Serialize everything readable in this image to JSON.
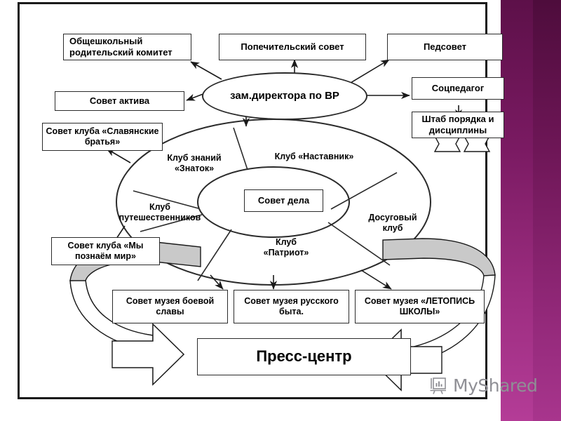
{
  "slide": {
    "background": "#ffffff",
    "frame_color": "#1a1a1a",
    "accent_band_colors": [
      "#5d1049",
      "#b43c97"
    ]
  },
  "diagram": {
    "title_node": {
      "label": "зам.директора по ВР"
    },
    "center_node": {
      "label": "Совет дела"
    },
    "top_boxes": [
      {
        "id": "parent-committee",
        "label": "Общешкольный\nродительский комитет"
      },
      {
        "id": "trustee-council",
        "label": "Попечительский совет"
      },
      {
        "id": "pedagogical-council",
        "label": "Педсовет"
      }
    ],
    "right_boxes": [
      {
        "id": "social-teacher",
        "label": "Соцпедагог"
      },
      {
        "id": "order-discipline-staff",
        "label": "Штаб порядка и\nдисциплины"
      }
    ],
    "left_boxes": [
      {
        "id": "activists-council",
        "label": "Совет актива"
      },
      {
        "id": "slavic-brothers-club-council",
        "label": "Совет клуба\n«Славянские братья»"
      },
      {
        "id": "we-know-world-club-council",
        "label": "Совет клуба «Мы\nпознаём мир»"
      }
    ],
    "ring_labels": [
      {
        "id": "knowledge-club",
        "label": "Клуб знаний\n«Знаток»"
      },
      {
        "id": "mentor-club",
        "label": "Клуб «Наставник»"
      },
      {
        "id": "travellers-club",
        "label": "Клуб\nпутешественников"
      },
      {
        "id": "leisure-club",
        "label": "Досуговый\nклуб"
      },
      {
        "id": "patriot-club",
        "label": "Клуб\n«Патриот»"
      }
    ],
    "bottom_boxes": [
      {
        "id": "military-glory-museum-council",
        "label": "Совет музея боевой\nславы"
      },
      {
        "id": "russian-life-museum-council",
        "label": "Совет музея русского\nбыта."
      },
      {
        "id": "school-chronicle-museum-council",
        "label": "Совет музея\n«ЛЕТОПИСЬ ШКОЛЫ»"
      }
    ],
    "press_center": {
      "label": "Пресс-центр"
    }
  },
  "watermark": {
    "text": "MyShared",
    "icon": "presentation-chart-icon"
  }
}
